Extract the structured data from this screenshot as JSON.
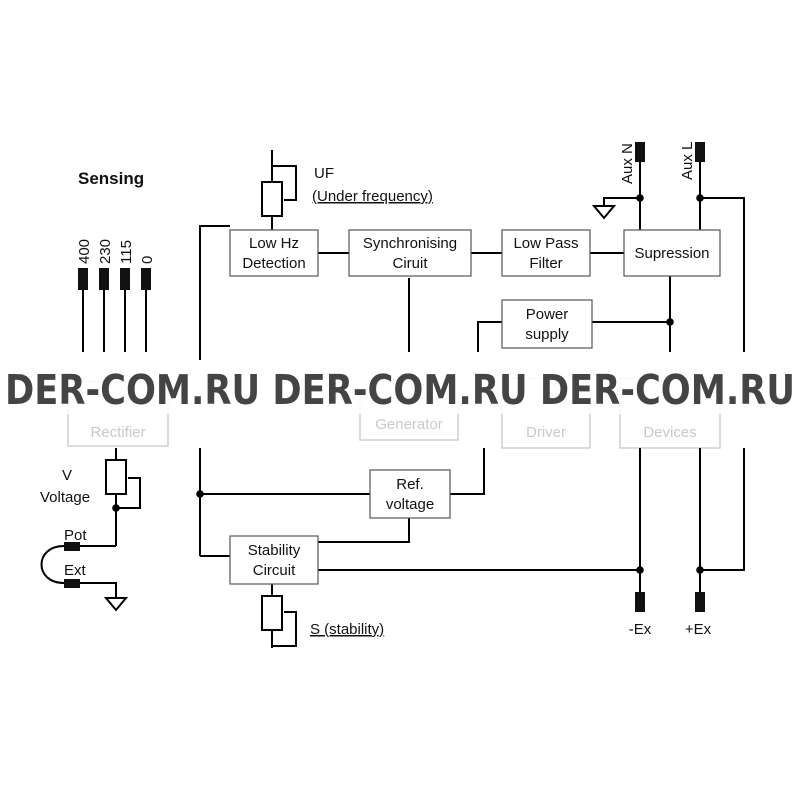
{
  "sensing": {
    "title": "Sensing",
    "terminals": [
      "400",
      "230",
      "115",
      "0"
    ]
  },
  "blocks": {
    "low_hz": [
      "Low Hz",
      "Detection"
    ],
    "sync": [
      "Synchronising",
      "Ciruit"
    ],
    "low_pass": [
      "Low Pass",
      "Filter"
    ],
    "supression": "Supression",
    "power": [
      "Power",
      "supply"
    ],
    "ref": [
      "Ref.",
      "voltage"
    ],
    "stability": [
      "Stability",
      "Circuit"
    ]
  },
  "hidden_blocks": {
    "rectifier": [
      "Rectifier"
    ],
    "generator": "Generator",
    "driver": "Driver",
    "devices": "Devices"
  },
  "trim": {
    "uf_label": "UF",
    "uf_desc": "(Under frequency)",
    "s_label": "S (stability)",
    "v_label": [
      "V",
      "Voltage"
    ]
  },
  "external": {
    "pot": "Pot",
    "ext": "Ext",
    "aux_n": "Aux N",
    "aux_l": "Aux L",
    "minus_ex": "-Ex",
    "plus_ex": "+Ex"
  },
  "watermark": {
    "text": "DER-COM.RU DER-COM.RU DER-COM.RU"
  }
}
